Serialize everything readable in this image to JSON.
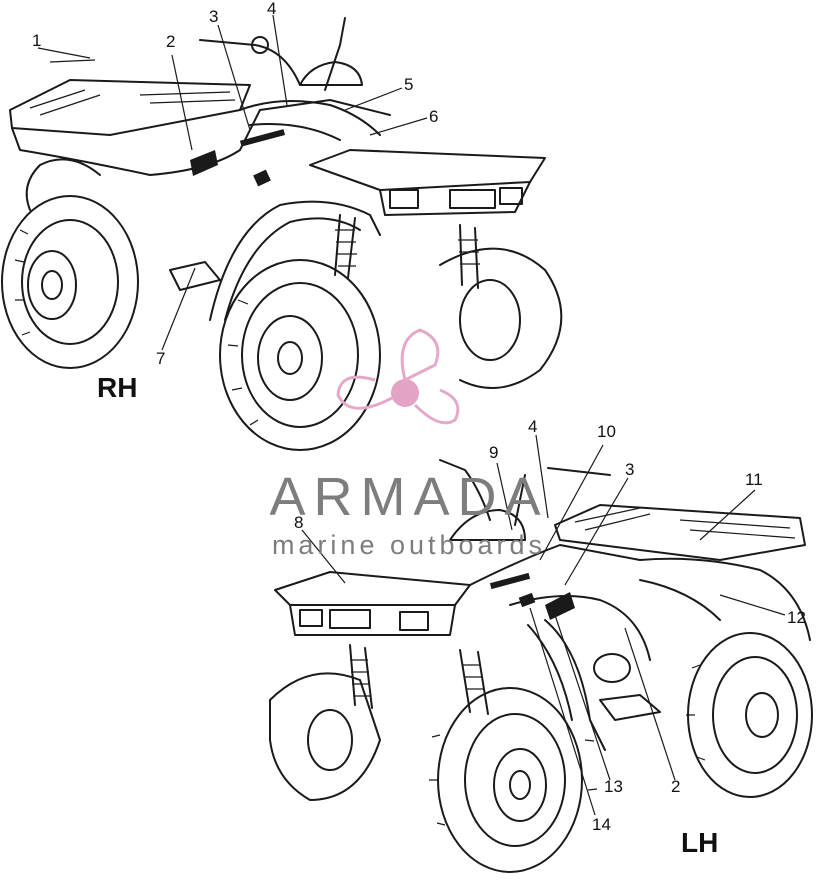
{
  "figure": {
    "rh_label": "RH",
    "lh_label": "LH",
    "rh_callouts": [
      "1",
      "2",
      "3",
      "4",
      "5",
      "6",
      "7"
    ],
    "lh_callouts": [
      "8",
      "9",
      "4",
      "10",
      "3",
      "11",
      "12",
      "13",
      "2",
      "14"
    ]
  },
  "watermark": {
    "name": "ARMADA",
    "tagline": "marine outboards",
    "color": "#e6a8c8"
  },
  "colors": {
    "line": "#1a1a1a",
    "background": "#ffffff",
    "watermark_text": "#7d7d7d"
  }
}
